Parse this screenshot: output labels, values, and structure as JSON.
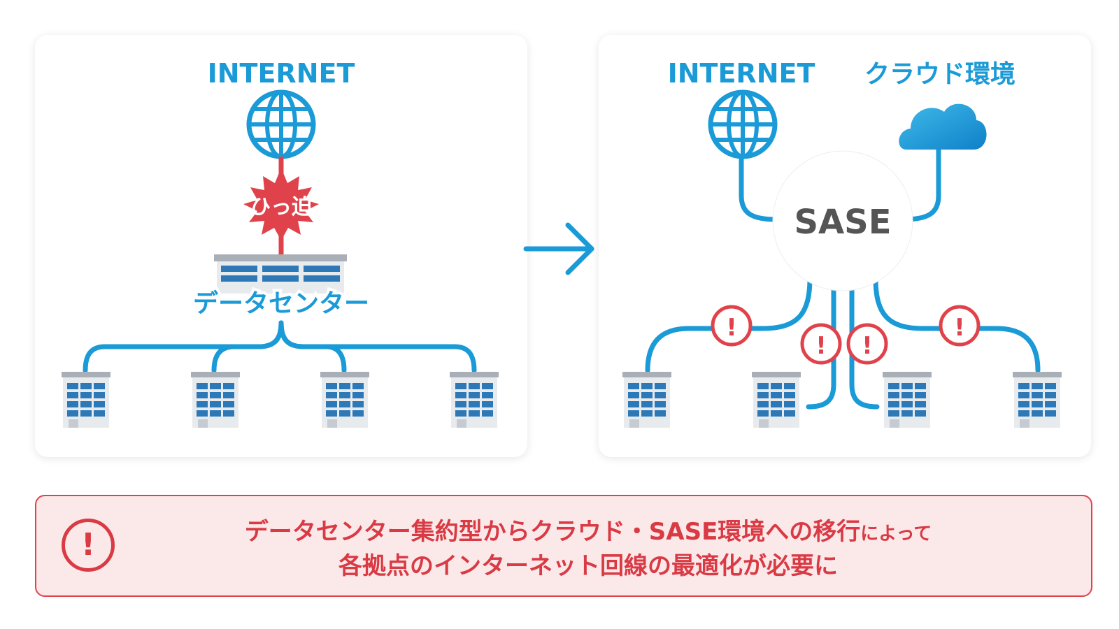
{
  "left_panel": {
    "internet_label": "INTERNET",
    "congestion_label": "ひっ迫",
    "datacenter_label": "データセンター"
  },
  "right_panel": {
    "internet_label": "INTERNET",
    "cloud_label": "クラウド環境",
    "sase_label": "SASE",
    "warning_mark": "!"
  },
  "note": {
    "icon": "exclamation-circle-icon",
    "line1_part1": "データセンター集約型からクラウド・SASE環境への移行",
    "line1_part2": "によって",
    "line2": "各拠点のインターネット回線の最適化が必要に"
  },
  "colors": {
    "blue": "#1a9ad6",
    "red": "#e0424b",
    "gray_text": "#555555",
    "note_bg": "#fbe9ea"
  }
}
